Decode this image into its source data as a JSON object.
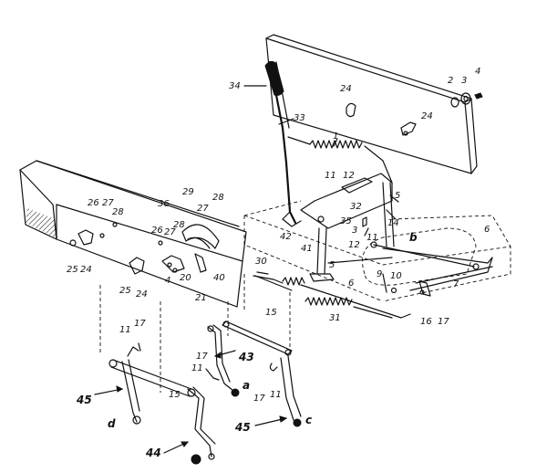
{
  "labels": {
    "n1": "1",
    "n2": "2",
    "n3": "3",
    "n4": "4",
    "n4b": "4",
    "n5": "5",
    "n5b": "5",
    "n6": "6",
    "n6b": "6",
    "n7": "7",
    "n9": "9",
    "n10": "10",
    "n11a": "11",
    "n11b": "11",
    "n11c": "11",
    "n11d": "11",
    "n12a": "12",
    "n12b": "12",
    "n14": "14",
    "n15a": "15",
    "n15b": "15",
    "n16": "16",
    "n17a": "17",
    "n17b": "17",
    "n17c": "17",
    "n17d": "17",
    "n20": "20",
    "n21": "21",
    "n24a": "24",
    "n24b": "24",
    "n24c": "24",
    "n24d": "24",
    "n25a": "25",
    "n25b": "25",
    "n26a": "26",
    "n26b": "26",
    "n27a": "27",
    "n27b": "27",
    "n27c": "27",
    "n28a": "28",
    "n28b": "28",
    "n28c": "28",
    "n29": "29",
    "n30": "30",
    "n31": "31",
    "n32": "32",
    "n33": "33",
    "n34": "34",
    "n35": "35",
    "n36": "36",
    "n40": "40",
    "n41": "41",
    "n42": "42",
    "n43": "43",
    "n44": "44",
    "n45a": "45",
    "n45b": "45",
    "a": "a",
    "b": "b",
    "c": "c",
    "d": "d",
    "n3b": "3"
  }
}
